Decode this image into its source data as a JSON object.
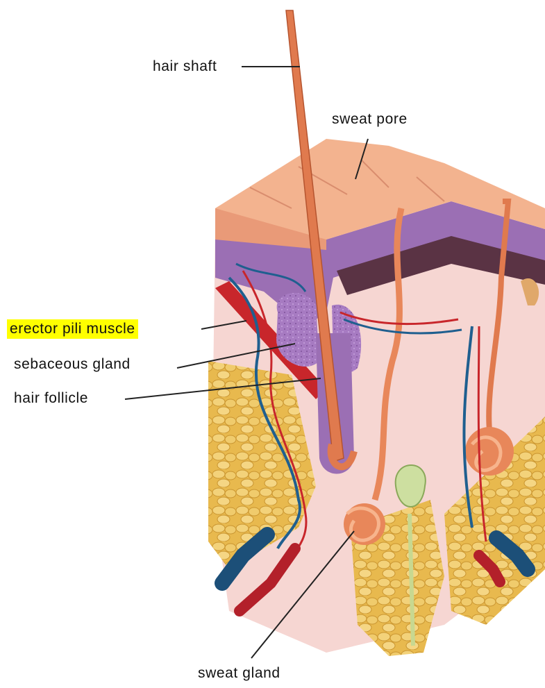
{
  "labels": {
    "hair_shaft": "hair shaft",
    "sweat_pore": "sweat pore",
    "erector_pili_muscle": "erector pili muscle",
    "sebaceous_gland": "sebaceous gland",
    "hair_follicle": "hair follicle",
    "sweat_gland": "sweat gland"
  },
  "highlighted_label": "erector_pili_muscle",
  "colors": {
    "highlight": "#ffff00",
    "skin_surface": "#f3b38f",
    "epidermis": "#9b6fb4",
    "dermis": "#f6d4d0",
    "fat": "#ecc35d",
    "hair": "#e07a4e",
    "artery": "#c8262b",
    "vein": "#1f5f8f",
    "leader_line": "#222222"
  }
}
